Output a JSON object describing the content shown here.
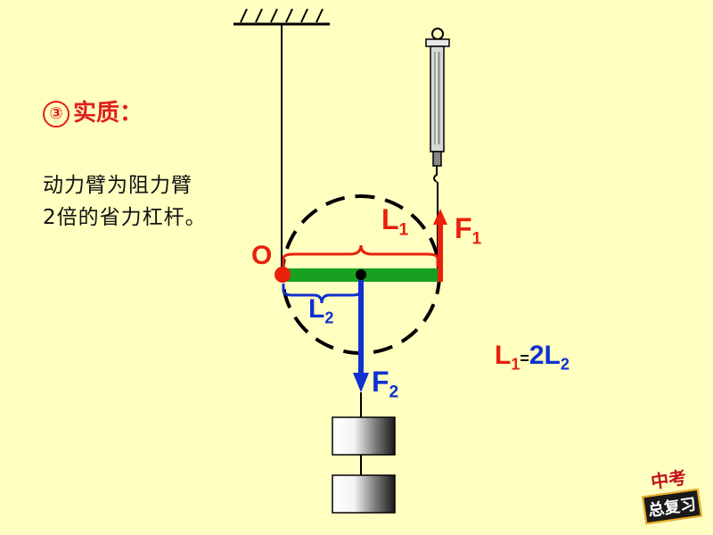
{
  "title": {
    "number": "③",
    "text": "实质："
  },
  "description": {
    "line1": "动力臂为阻力臂",
    "line2": "2倍的省力杠杆。"
  },
  "labels": {
    "pivot": "O",
    "arm1": "L",
    "arm1_sub": "1",
    "arm2": "L",
    "arm2_sub": "2",
    "force1": "F",
    "force1_sub": "1",
    "force2": "F",
    "force2_sub": "2"
  },
  "formula": {
    "left": "L",
    "left_sub": "1",
    "eq": "=",
    "right": "2L",
    "right_sub": "2"
  },
  "badge": {
    "line1": "中考",
    "line2": "总复习"
  },
  "colors": {
    "background": "#FFFFC0",
    "title": "#E0201C",
    "lever": "#18A020",
    "force1": "#E8200C",
    "force2": "#1030D0",
    "pivot": "#E8200C",
    "formula_l1": "#E8200C",
    "formula_l2": "#1030D0"
  }
}
